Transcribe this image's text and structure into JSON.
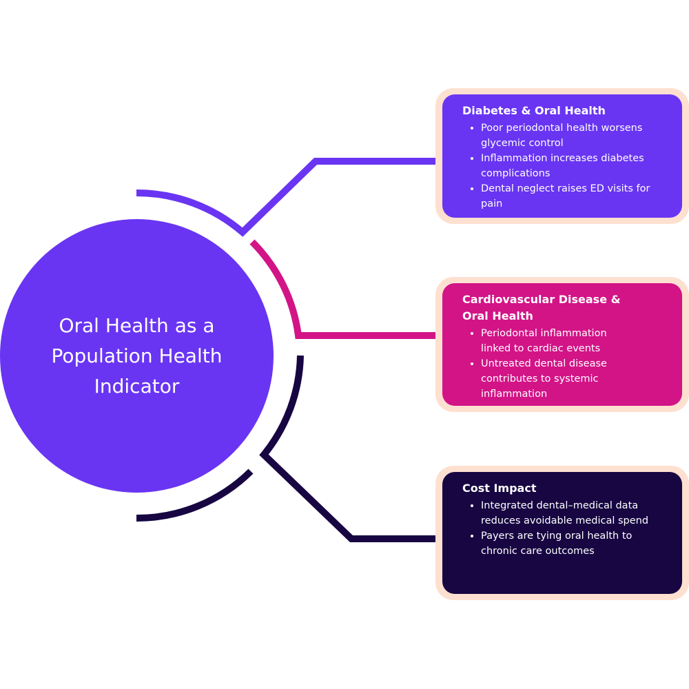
{
  "colors": {
    "purple": "#6935F2",
    "magenta": "#D21487",
    "dark": "#170642",
    "frame": "#FDE0D0"
  },
  "hub": {
    "title": "Oral Health as a Population Health Indicator"
  },
  "cards": [
    {
      "title": "Diabetes & Oral Health",
      "bullets": [
        "Poor periodontal health worsens glycemic control",
        "Inflammation increases diabetes complications",
        "Dental neglect raises ED visits for pain"
      ]
    },
    {
      "title": "Cardiovascular Disease & Oral Health",
      "bullets": [
        "Periodontal inflammation linked to cardiac events",
        "Untreated dental disease contributes to systemic inflammation"
      ]
    },
    {
      "title": "Cost Impact",
      "bullets": [
        "Integrated dental–medical data reduces avoidable medical spend",
        "Payers are tying oral health to chronic care outcomes"
      ]
    }
  ]
}
